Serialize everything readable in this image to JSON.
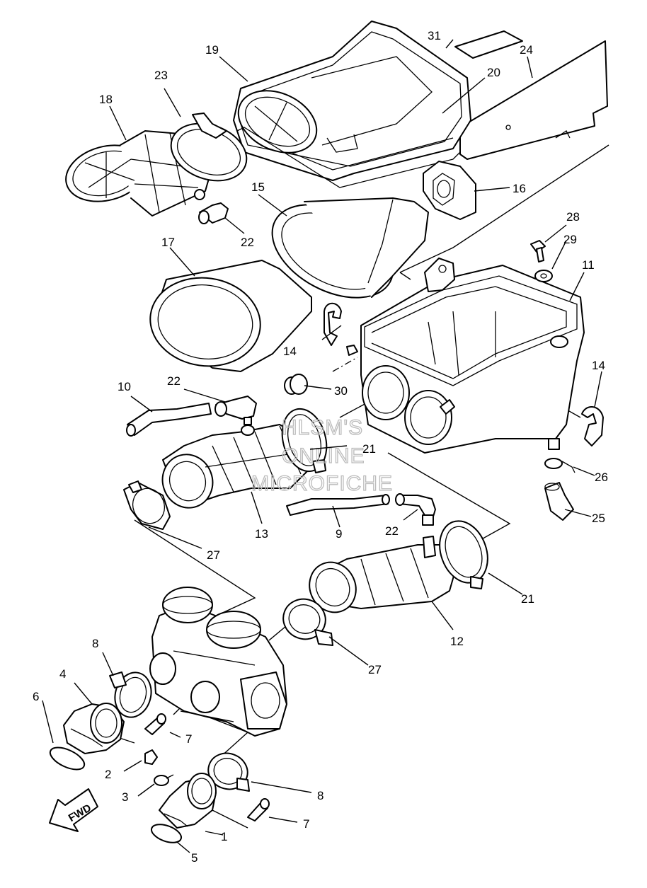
{
  "watermark": {
    "line1": "HLSM'S",
    "line2": "ONLINE",
    "line3": "MICROFICHE"
  },
  "direction_arrow": {
    "text": "FWD",
    "icon": "fwd-arrow-icon"
  },
  "callouts": [
    {
      "number": "1"
    },
    {
      "number": "2"
    },
    {
      "number": "3"
    },
    {
      "number": "4"
    },
    {
      "number": "5"
    },
    {
      "number": "6"
    },
    {
      "number": "7"
    },
    {
      "number": "7"
    },
    {
      "number": "8"
    },
    {
      "number": "8"
    },
    {
      "number": "9"
    },
    {
      "number": "10"
    },
    {
      "number": "11"
    },
    {
      "number": "12"
    },
    {
      "number": "13"
    },
    {
      "number": "14"
    },
    {
      "number": "14"
    },
    {
      "number": "15"
    },
    {
      "number": "16"
    },
    {
      "number": "17"
    },
    {
      "number": "18"
    },
    {
      "number": "19"
    },
    {
      "number": "20"
    },
    {
      "number": "21"
    },
    {
      "number": "21"
    },
    {
      "number": "22"
    },
    {
      "number": "22"
    },
    {
      "number": "22"
    },
    {
      "number": "23"
    },
    {
      "number": "24"
    },
    {
      "number": "25"
    },
    {
      "number": "26"
    },
    {
      "number": "27"
    },
    {
      "number": "27"
    },
    {
      "number": "28"
    },
    {
      "number": "29"
    },
    {
      "number": "30"
    },
    {
      "number": "31"
    }
  ]
}
